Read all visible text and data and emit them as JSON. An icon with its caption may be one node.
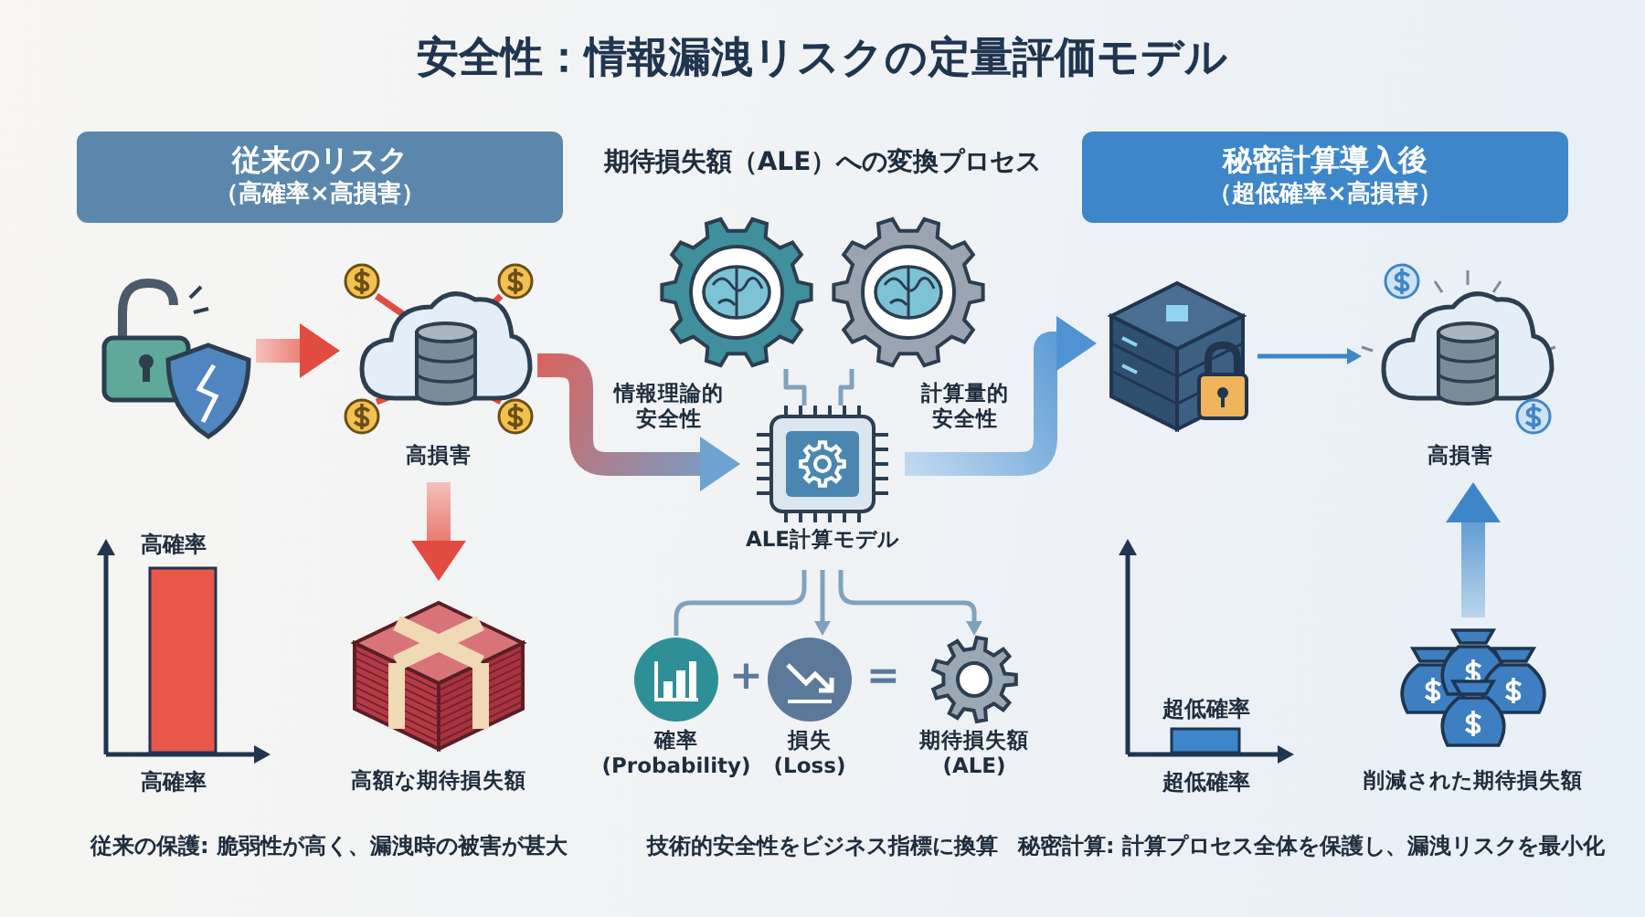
{
  "diagram": {
    "title": "安全性：情報漏洩リスクの定量評価モデル",
    "nodes": [
      {
        "text": [
          "従来のリスク",
          "（高確率×高損害）"
        ]
      },
      {
        "text": [],
        "shape": "picture"
      },
      {
        "text": [
          "高損害"
        ]
      },
      {
        "text": [
          "高額な期待損失額"
        ]
      },
      {
        "text": [
          "情報理論的安全性"
        ]
      },
      {
        "text": [
          "計算量的安全性"
        ]
      },
      {
        "text": [
          "ALE計算モデル"
        ]
      },
      {
        "text": [
          "確率 (Probability)"
        ]
      },
      {
        "text": [
          "損失 (Loss)"
        ]
      },
      {
        "text": [
          "期待損失額 (ALE)"
        ]
      },
      {
        "text": [
          "秘密計算導入後",
          "（超低確率×高損害）"
        ]
      },
      {
        "text": [],
        "shape": "picture"
      },
      {
        "text": [
          "高損害"
        ]
      },
      {
        "text": [
          "削減された期待損失額"
        ]
      }
    ],
    "edges": [
      {
        "from": 1,
        "to": 2,
        "arrow": "to",
        "style": "thick",
        "color": "#e24b3f"
      },
      {
        "from": 2,
        "to": 3,
        "arrow": "to",
        "style": "thick",
        "color": "#e24b3f"
      },
      {
        "from": 2,
        "to": 6,
        "arrow": "to",
        "style": "thick",
        "color": "#d9645e"
      },
      {
        "from": 6,
        "to": 11,
        "arrow": "to",
        "style": "thick",
        "color": "#4f93d2"
      },
      {
        "from": 11,
        "to": 12,
        "arrow": "to",
        "color": "#3d86c9"
      },
      {
        "from": 13,
        "to": 12,
        "arrow": "to",
        "style": "thick",
        "color": "#3d86c9"
      },
      {
        "from": 4,
        "to": 6,
        "arrow": "none"
      },
      {
        "from": 5,
        "to": 6,
        "arrow": "none"
      },
      {
        "from": 6,
        "to": 7,
        "arrow": "none"
      },
      {
        "from": 6,
        "to": 8,
        "arrow": "to"
      },
      {
        "from": 6,
        "to": 9,
        "arrow": "to"
      }
    ],
    "labels": [
      "期待損失額（ALE）への変換プロセス",
      "高確率",
      "+",
      "=",
      "超低確率",
      "高確率",
      "超低確率",
      "従来の保護: 脆弱性が高く、漏洩時の被害が甚大",
      "技術的安全性をビジネス指標に換算",
      "秘密計算: 計算プロセス全体を保護し、漏洩リスクを最小化"
    ]
  }
}
